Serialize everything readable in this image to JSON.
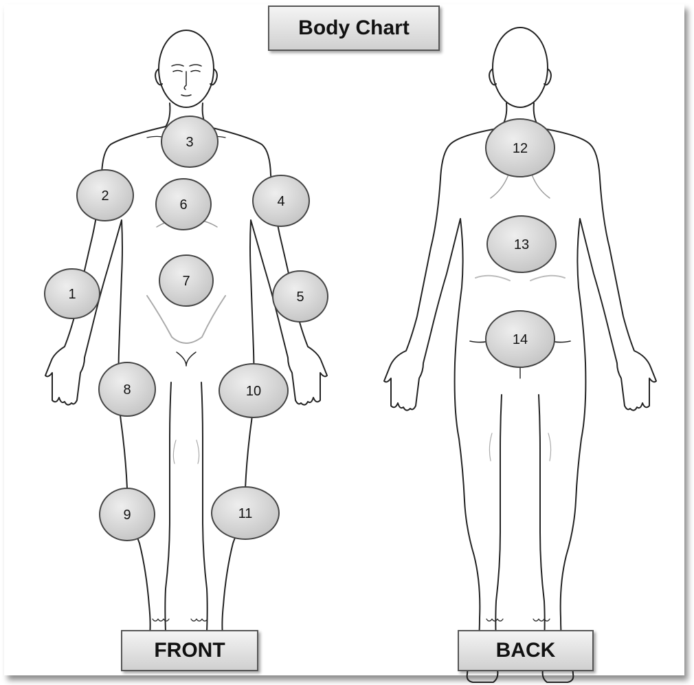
{
  "title": "Body Chart",
  "views": {
    "front": "FRONT",
    "back": "BACK"
  },
  "markers": [
    "1",
    "2",
    "3",
    "4",
    "5",
    "6",
    "7",
    "8",
    "9",
    "10",
    "11",
    "12",
    "13",
    "14"
  ],
  "colors": {
    "marker_fill": "#d6d6d6",
    "marker_stroke": "#444444",
    "outline": "#222222"
  }
}
